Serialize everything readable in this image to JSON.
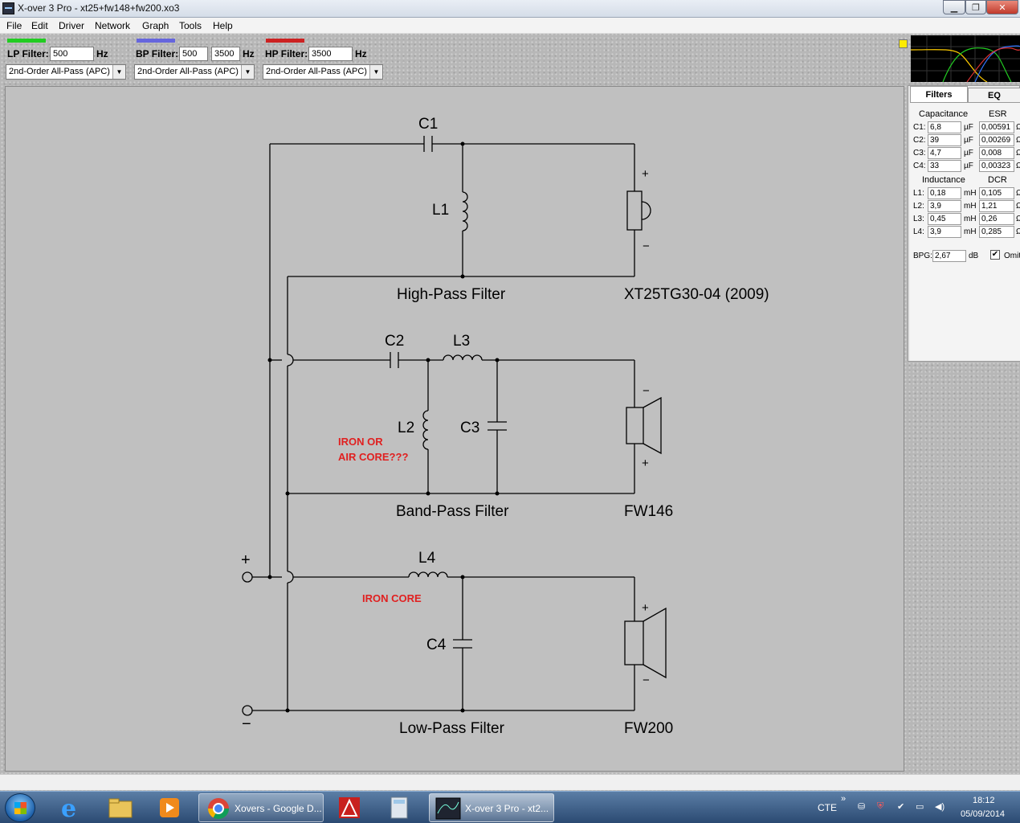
{
  "window": {
    "title": "X-over 3 Pro  -  xt25+fw148+fw200.xo3"
  },
  "menu": [
    "File",
    "Edit",
    "Driver",
    "Network",
    "Graph",
    "Tools",
    "Help"
  ],
  "filters": {
    "lp": {
      "label": "LP Filter:",
      "value": "500",
      "unit": "Hz",
      "type": "2nd-Order All-Pass (APC)",
      "color": "#22cc22"
    },
    "bp": {
      "label": "BP Filter:",
      "low": "500",
      "high": "3500",
      "unit": "Hz",
      "type": "2nd-Order All-Pass (APC)",
      "color": "#6666dd"
    },
    "hp": {
      "label": "HP Filter:",
      "value": "3500",
      "unit": "Hz",
      "type": "2nd-Order All-Pass (APC)",
      "color": "#cc2222"
    }
  },
  "schematic": {
    "hp_section": {
      "title": "High-Pass Filter",
      "driver": "XT25TG30-04  (2009)",
      "labels": {
        "c1": "C1",
        "l1": "L1"
      }
    },
    "bp_section": {
      "title": "Band-Pass Filter",
      "driver": "FW146",
      "labels": {
        "c2": "C2",
        "l3": "L3",
        "l2": "L2",
        "c3": "C3"
      },
      "note_line1": "IRON OR",
      "note_line2": "AIR CORE???"
    },
    "lp_section": {
      "title": "Low-Pass Filter",
      "driver": "FW200",
      "labels": {
        "l4": "L4",
        "c4": "C4"
      },
      "note": "IRON CORE"
    },
    "plus": "+",
    "minus": "−",
    "note_color": "#e02020"
  },
  "panel": {
    "tabs": [
      "Filters",
      "EQ"
    ],
    "cap_header": "Capacitance",
    "esr_header": "ESR",
    "ind_header": "Inductance",
    "dcr_header": "DCR",
    "caps": [
      {
        "name": "C1:",
        "value": "6,8",
        "unit": "µF",
        "esr": "0,00591",
        "esr_unit": "Ω"
      },
      {
        "name": "C2:",
        "value": "39",
        "unit": "µF",
        "esr": "0,00269",
        "esr_unit": "Ω"
      },
      {
        "name": "C3:",
        "value": "4,7",
        "unit": "µF",
        "esr": "0,008",
        "esr_unit": "Ω"
      },
      {
        "name": "C4:",
        "value": "33",
        "unit": "µF",
        "esr": "0,00323",
        "esr_unit": "Ω"
      }
    ],
    "inds": [
      {
        "name": "L1:",
        "value": "0,18",
        "unit": "mH",
        "dcr": "0,105",
        "dcr_unit": "Ω"
      },
      {
        "name": "L2:",
        "value": "3,9",
        "unit": "mH",
        "dcr": "1,21",
        "dcr_unit": "Ω"
      },
      {
        "name": "L3:",
        "value": "0,45",
        "unit": "mH",
        "dcr": "0,26",
        "dcr_unit": "Ω"
      },
      {
        "name": "L4:",
        "value": "3,9",
        "unit": "mH",
        "dcr": "0,285",
        "dcr_unit": "Ω"
      }
    ],
    "bpg": {
      "label": "BPG:",
      "value": "2,67",
      "unit": "dB",
      "omit_label": "Omit",
      "omit_checked": "✔"
    }
  },
  "taskbar": {
    "tasks": [
      {
        "label": "Xovers - Google D..."
      },
      {
        "label": "X-over 3 Pro  -  xt2..."
      }
    ],
    "lang": "CTE",
    "time": "18:12",
    "date": "05/09/2014"
  }
}
